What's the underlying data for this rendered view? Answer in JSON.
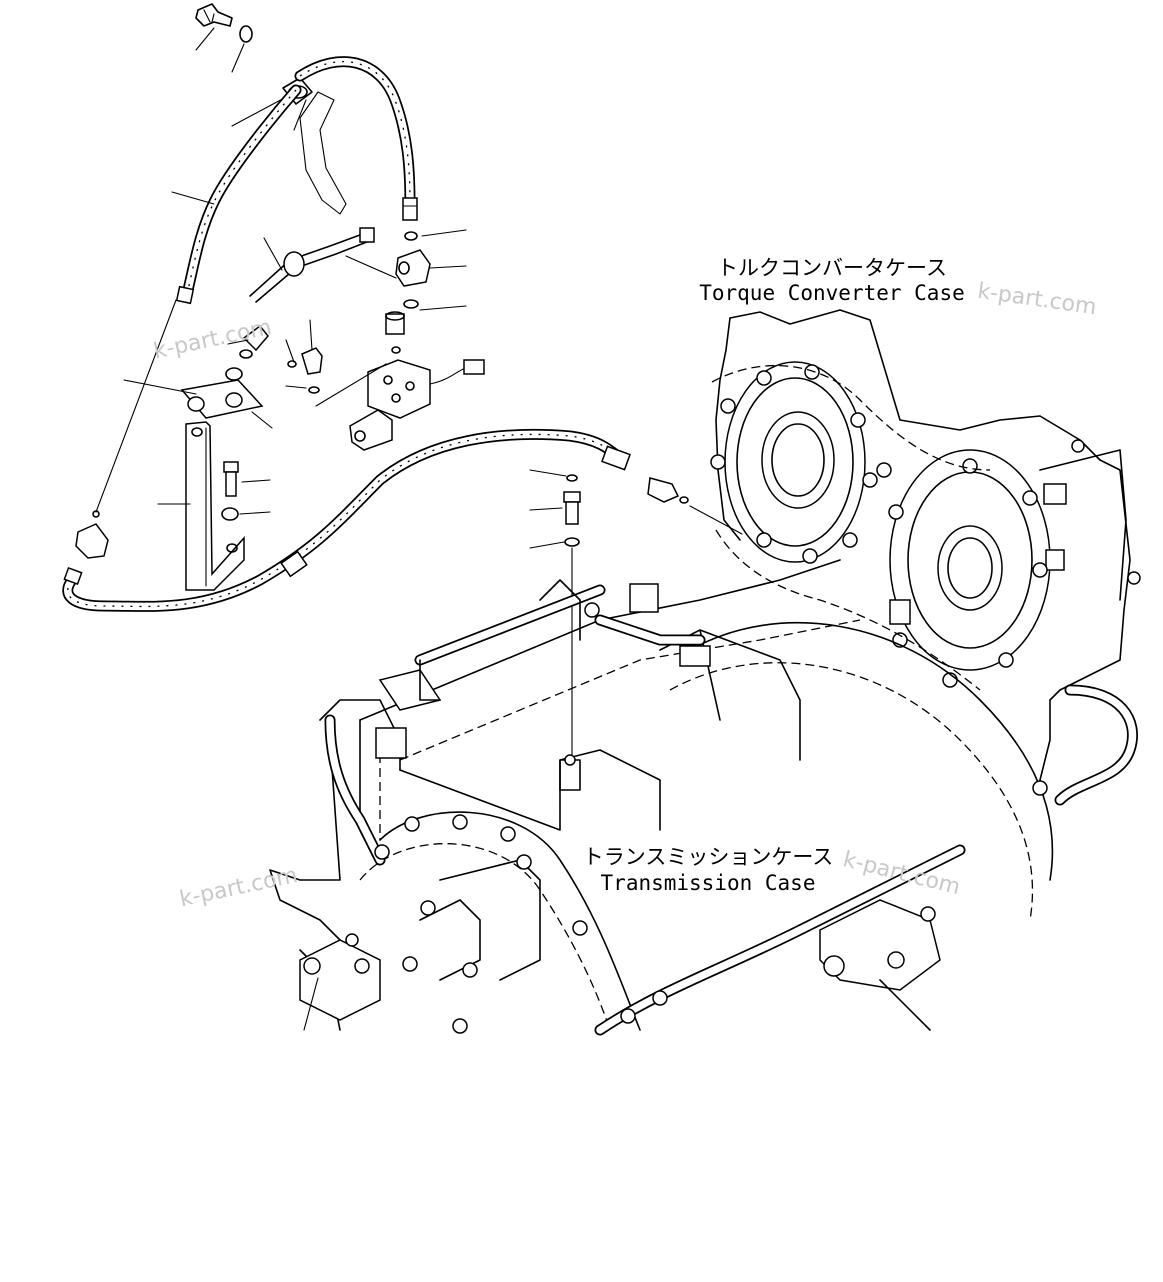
{
  "labels": {
    "torque_converter_case_jp": "トルクコンバータケース",
    "torque_converter_case_en": "Torque Converter Case",
    "transmission_case_jp": "トランスミッションケース",
    "transmission_case_en": "Transmission Case"
  },
  "watermarks": [
    "k-part.com",
    "k-part.com",
    "k-part.com",
    "k-part.com"
  ]
}
